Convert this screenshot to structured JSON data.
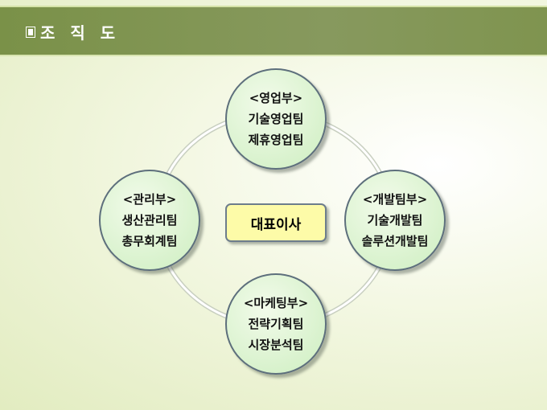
{
  "header": {
    "title": "조 직 도"
  },
  "ceo": "대표이사",
  "departments": [
    {
      "name": "<영업부>",
      "teams": [
        "기술영업팀",
        "제휴영업팀"
      ]
    },
    {
      "name": "<관리부>",
      "teams": [
        "생산관리팀",
        "총무회계팀"
      ]
    },
    {
      "name": "<개발팀부>",
      "teams": [
        "기술개발팀",
        "솔루션개발팀"
      ]
    },
    {
      "name": "<마케팅부>",
      "teams": [
        "전략기획팀",
        "시장분석팀"
      ]
    }
  ]
}
